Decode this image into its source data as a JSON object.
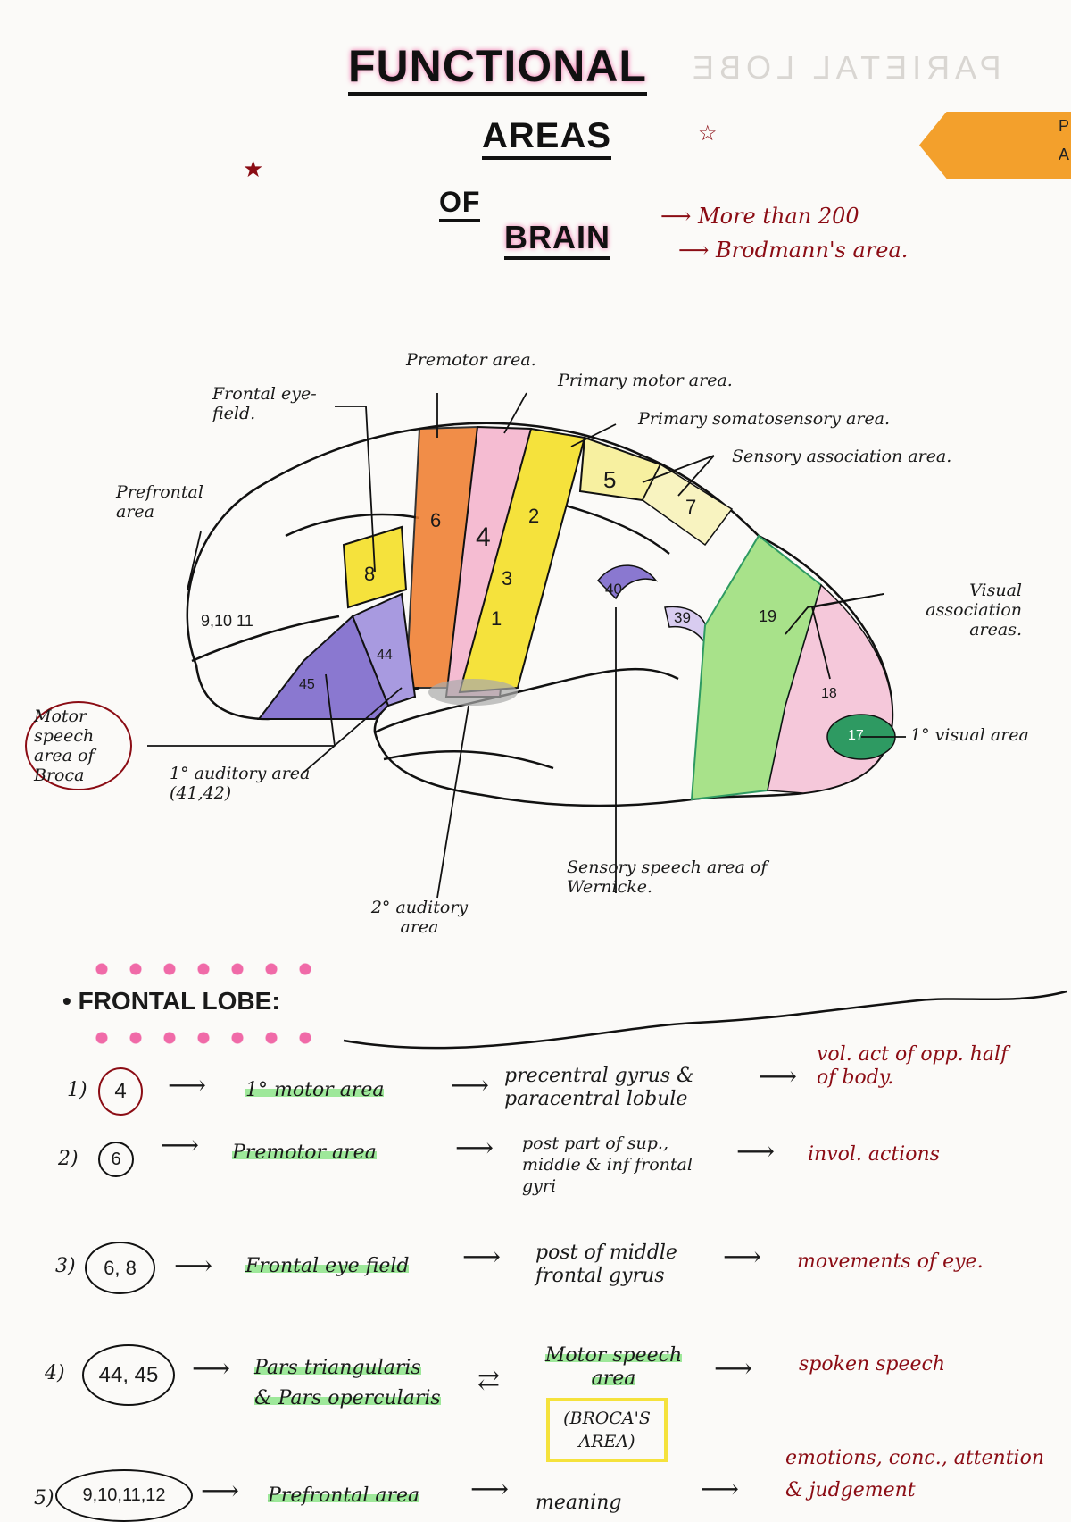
{
  "title": {
    "line1": "FUNCTIONAL",
    "line2": "AREAS",
    "line3": "OF",
    "line4": "BRAIN"
  },
  "title_notes": [
    "More than 200",
    "Brodmann's area."
  ],
  "faded_heading": "PARIETAL LOBE",
  "tab": {
    "letter1": "P",
    "letter2": "A"
  },
  "diagram": {
    "labels": {
      "premotor": "Premotor area.",
      "primary_motor": "Primary motor area.",
      "primary_somatosensory": "Primary somatosensory area.",
      "sensory_association": "Sensory association area.",
      "frontal_eye_field": "Frontal eye-field.",
      "prefrontal": "Prefrontal area",
      "visual_association": "Visual association areas.",
      "primary_visual": "1° visual area",
      "broca": "Motor speech area of Broca",
      "primary_auditory": "1° auditory area (41,42)",
      "secondary_auditory": "2° auditory area",
      "wernicke": "Sensory speech area of Wernicke."
    },
    "areas": {
      "a6": "6",
      "a4": "4",
      "a3": "3",
      "a1": "1",
      "a2": "2",
      "a5": "5",
      "a7": "7",
      "a8": "8",
      "a9_11": "9,10 11",
      "a44": "44",
      "a45": "45",
      "a40": "40",
      "a39": "39",
      "a19": "19",
      "a18": "18",
      "a17": "17"
    }
  },
  "frontal_lobe": {
    "heading": "FRONTAL LOBE:",
    "rows": [
      {
        "num": "1)",
        "areas": "4",
        "name": "1° motor area",
        "location": "precentral gyrus & paracentral lobule",
        "function": "vol. act of opp. half of body."
      },
      {
        "num": "2)",
        "areas": "6",
        "name": "Premotor area",
        "location": "post part of sup., middle & inf frontal gyri",
        "function": "invol. actions"
      },
      {
        "num": "3)",
        "areas": "6, 8",
        "name": "Frontal eye field",
        "location": "post of middle frontal gyrus",
        "function": "movements of eye."
      },
      {
        "num": "4)",
        "areas": "44, 45",
        "name": "Pars triangularis & Pars opercularis",
        "location": "Motor speech area",
        "location_box": "(BROCA'S AREA)",
        "function": "spoken speech"
      },
      {
        "num": "5)",
        "areas": "9,10,11,12",
        "name": "Prefrontal area",
        "location": "meaning",
        "function": "emotions, conc., attention & judgement"
      }
    ]
  },
  "colors": {
    "pink": "#f06aa8",
    "orange": "#f07a2a",
    "yellow": "#f5e23c",
    "purple": "#8a78d0",
    "green": "#a8e28a",
    "dark_green": "#2e9a62",
    "ink_red": "#8b0c14",
    "highlight_green": "#9ee89a"
  }
}
